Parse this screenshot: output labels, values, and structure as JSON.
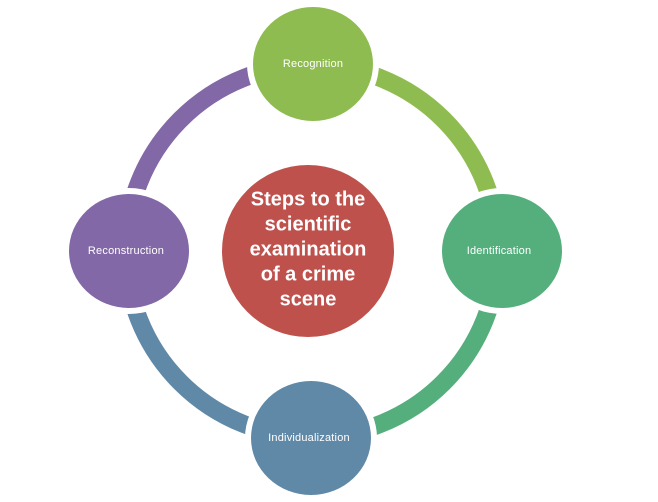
{
  "page": {
    "background": "#FFFFFF"
  },
  "diagram": {
    "type": "cycle",
    "center": {
      "label": "Steps to the scientific examination of a crime scene",
      "lines": [
        "Steps to the",
        "scientific",
        "examination",
        "of a crime",
        "scene"
      ],
      "color": "#BF514D",
      "text_color": "#FFFFFF"
    },
    "steps": [
      {
        "label": "Recognition",
        "position": "top",
        "color": "#8FBC50"
      },
      {
        "label": "Identification",
        "position": "right",
        "color": "#55AF7D"
      },
      {
        "label": "Individualization",
        "position": "bottom",
        "color": "#6089A8"
      },
      {
        "label": "Reconstruction",
        "position": "left",
        "color": "#8268A6"
      }
    ],
    "connectors": [
      {
        "from": "Reconstruction",
        "to": "Recognition",
        "color": "#8268A6"
      },
      {
        "from": "Recognition",
        "to": "Identification",
        "color": "#8FBC50"
      },
      {
        "from": "Identification",
        "to": "Individualization",
        "color": "#55AF7D"
      },
      {
        "from": "Individualization",
        "to": "Reconstruction",
        "color": "#6089A8"
      }
    ],
    "text_color": "#FFFFFF"
  }
}
